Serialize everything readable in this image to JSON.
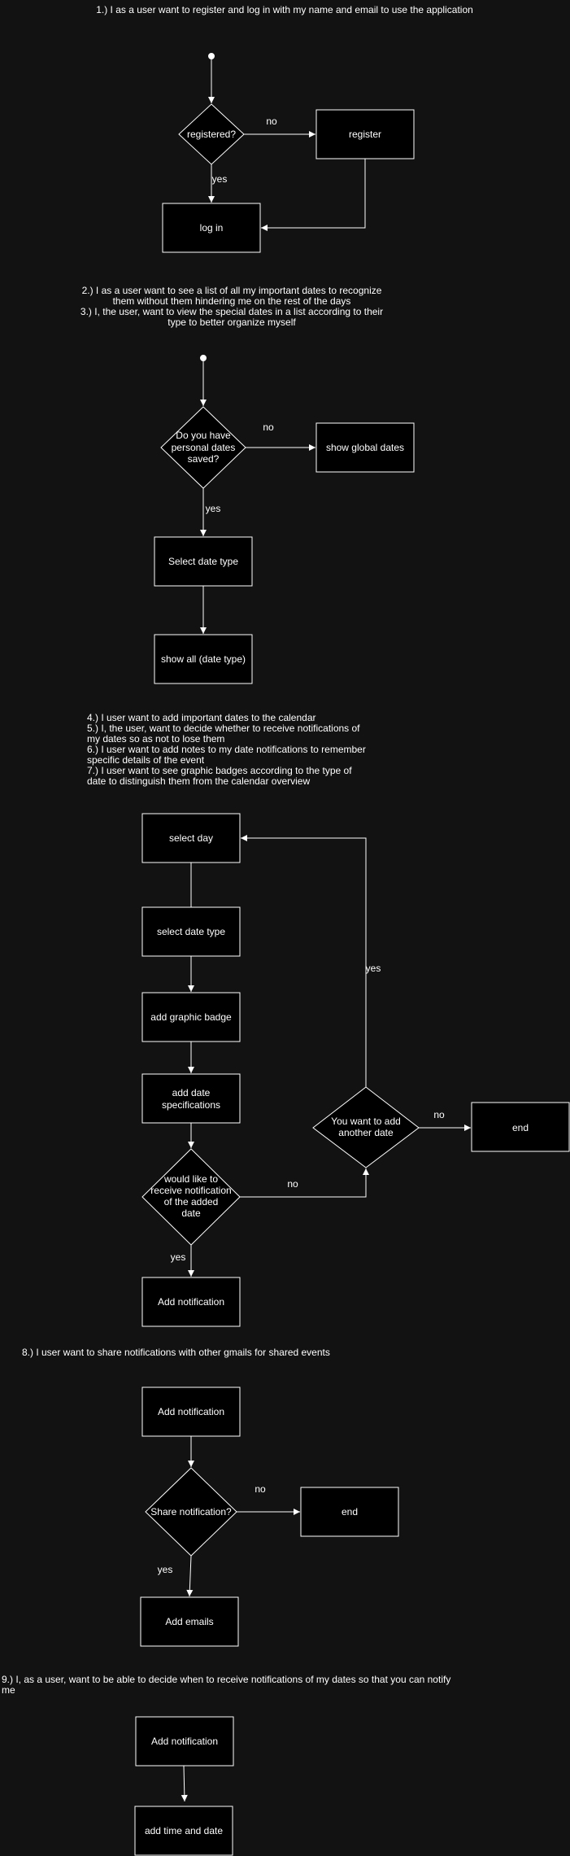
{
  "colors": {
    "background": "#121212",
    "stroke": "#ffffff",
    "fill": "#000000"
  },
  "stories": {
    "s1": "1.) I as a user want to register and log in with my name and email to use the application",
    "s2": "2.) I as a user want to see a list of all my important dates to recognize\nthem without them hindering me on the rest of the days\n3.) I, the user, want to view the special dates in a list according to their\ntype to better organize myself",
    "s3": "4.) I user want to add important dates to the calendar\n5.) I, the user, want to decide whether to receive notifications of\nmy dates so as not to lose them\n6.) I user want to add notes to my date notifications to remember\nspecific details of the event\n7.) I user want to see graphic badges according to the type of\ndate to distinguish them from the calendar overview",
    "s4": "8.) I user want to share notifications with other gmails for shared events",
    "s5": "9.) I, as a user, want to be able to decide when to receive notifications of my dates so that you can notify\nme"
  },
  "flow1": {
    "decision": "registered?",
    "register": "register",
    "login": "log in",
    "no": "no",
    "yes": "yes"
  },
  "flow2": {
    "decision": [
      "Do you have",
      "personal dates",
      "saved?"
    ],
    "global": "show global dates",
    "select_type": "Select date type",
    "show_all": "show all (date type)",
    "no": "no",
    "yes": "yes"
  },
  "flow3": {
    "select_day": "select day",
    "select_type": "select date type",
    "badge": "add graphic badge",
    "specs": [
      "add date",
      "specifications"
    ],
    "notify_decision": [
      "would like to",
      "receive notification",
      "of the added",
      "date"
    ],
    "add_notification": "Add notification",
    "another_decision": [
      "You want to add",
      "another date"
    ],
    "end": "end",
    "no1": "no",
    "no2": "no",
    "yes1": "yes",
    "yes2": "yes"
  },
  "flow4": {
    "add_notification": "Add notification",
    "decision": "Share notification?",
    "end": "end",
    "add_emails": "Add emails",
    "no": "no",
    "yes": "yes"
  },
  "flow5": {
    "add_notification": "Add notification",
    "add_time": "add time and date"
  }
}
